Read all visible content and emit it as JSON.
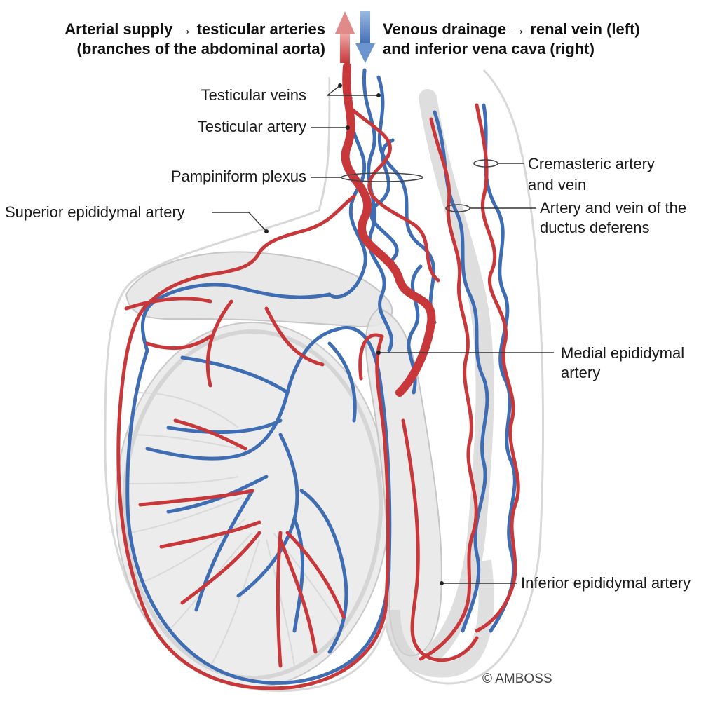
{
  "header": {
    "arterial_line1": "Arterial supply → testicular arteries",
    "arterial_line2": "(branches of the abdominal aorta)",
    "venous_line1": "Venous drainage → renal vein (left)",
    "venous_line2": "and inferior vena cava (right)"
  },
  "labels": {
    "testicular_veins": "Testicular veins",
    "testicular_artery": "Testicular artery",
    "pampiniform_plexus": "Pampiniform plexus",
    "superior_epididymal_artery": "Superior epididymal artery",
    "cremasteric_line1": "Cremasteric artery",
    "cremasteric_line2": "and vein",
    "ductus_line1": "Artery and vein of the",
    "ductus_line2": "ductus deferens",
    "medial_line1": "Medial epididymal",
    "medial_line2": "artery",
    "inferior_epididymal_artery": "Inferior epididymal artery"
  },
  "copyright": "© AMBOSS",
  "colors": {
    "artery": "#c8373a",
    "vein": "#3f6db3",
    "tissue": "#e9e9e9",
    "outline": "#cfcfcf"
  }
}
